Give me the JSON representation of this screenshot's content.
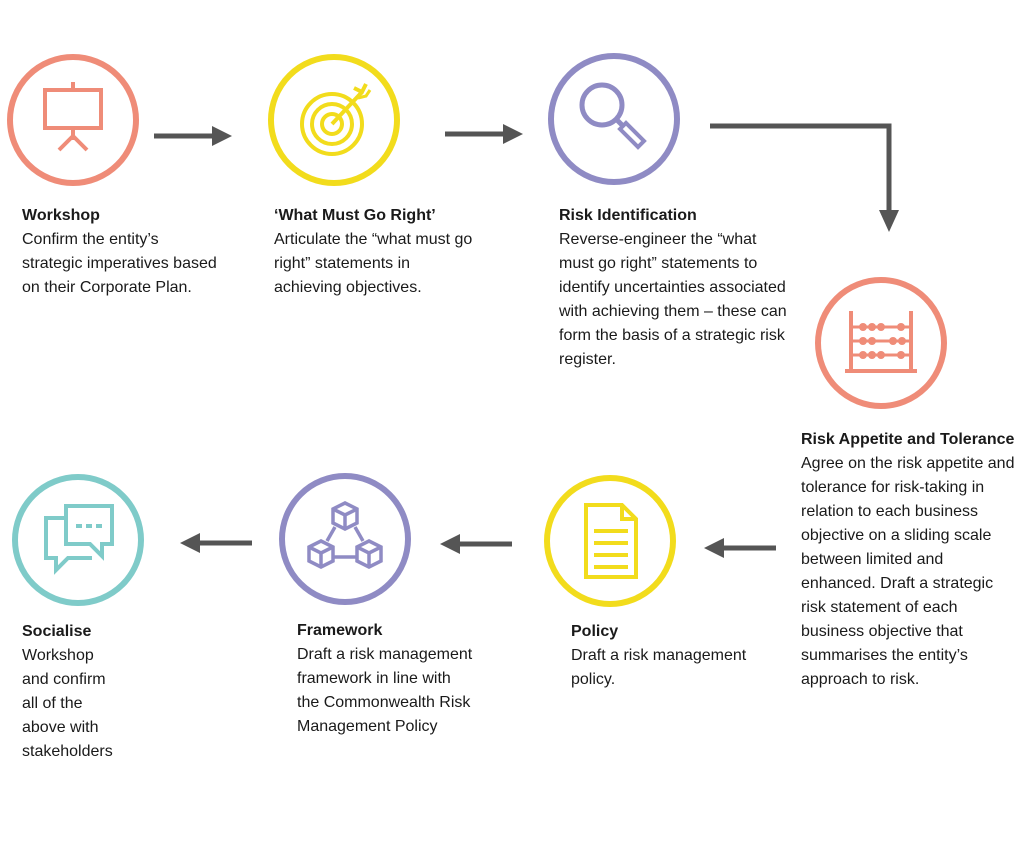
{
  "colors": {
    "salmon": "#ef8c78",
    "yellow": "#f2dc1c",
    "purple": "#8f8bc4",
    "teal": "#7fcbc9",
    "arrow": "#555555"
  },
  "steps": [
    {
      "id": "workshop",
      "icon": "easel-icon",
      "color": "salmon",
      "title": "Workshop",
      "body": "Confirm the entity’s strategic imperatives based on their Corporate Plan."
    },
    {
      "id": "what-must-go-right",
      "icon": "target-icon",
      "color": "yellow",
      "title": "‘What Must Go Right’",
      "body": "Articulate the “what must go right” statements in achieving objectives."
    },
    {
      "id": "risk-identification",
      "icon": "magnifier-icon",
      "color": "purple",
      "title": "Risk Identification",
      "body": "Reverse-engineer the “what must go right” statements to identify uncertainties associated with achieving them – these can form the basis of a strategic risk register."
    },
    {
      "id": "risk-appetite",
      "icon": "abacus-icon",
      "color": "salmon",
      "title": "Risk Appetite and Tolerance",
      "body": "Agree on the risk appetite and tolerance for risk-taking in relation to each business objective on a sliding scale between limited and enhanced. Draft a strategic risk statement of each business objective that summarises the entity’s approach to risk."
    },
    {
      "id": "policy",
      "icon": "document-icon",
      "color": "yellow",
      "title": "Policy",
      "body": "Draft a risk management policy."
    },
    {
      "id": "framework",
      "icon": "cubes-icon",
      "color": "purple",
      "title": "Framework",
      "body": "Draft a risk management framework in line with the Commonwealth Risk Management Policy"
    },
    {
      "id": "socialise",
      "icon": "chat-icon",
      "color": "teal",
      "title": "Socialise",
      "body": "Workshop and confirm all of the above with stakeholders"
    }
  ]
}
